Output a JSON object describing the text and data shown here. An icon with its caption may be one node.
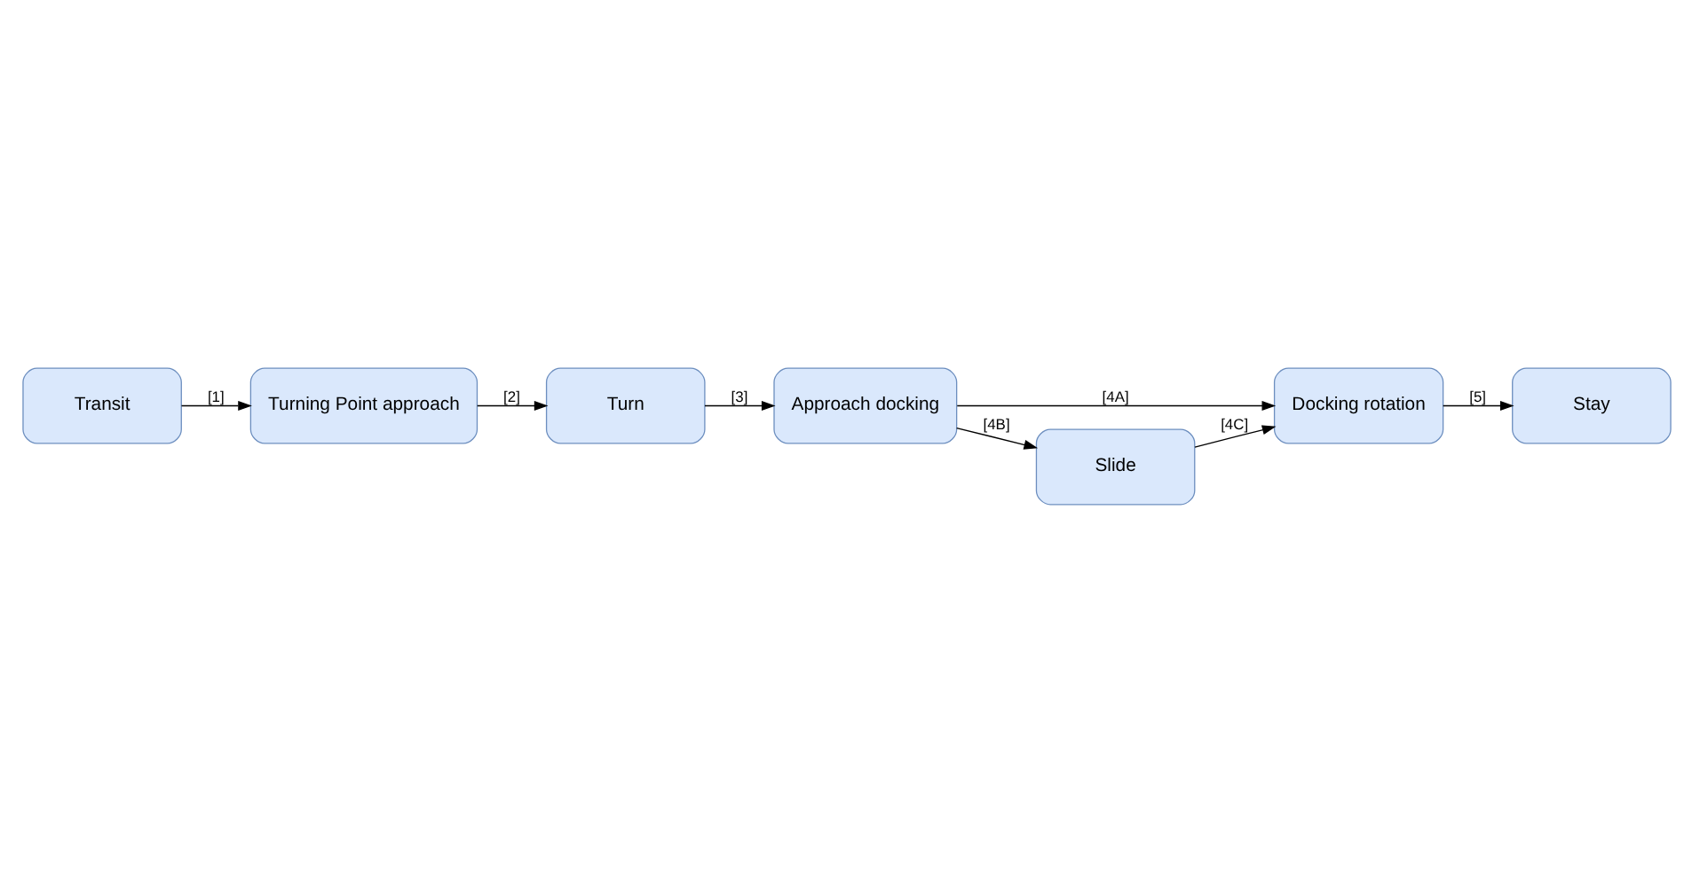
{
  "diagram": {
    "nodes": [
      {
        "text": [
          "Transit"
        ]
      },
      {
        "text": [
          "Turning Point approach"
        ]
      },
      {
        "text": [
          "Turn"
        ]
      },
      {
        "text": [
          "Approach docking"
        ]
      },
      {
        "text": [
          "Docking rotation"
        ]
      },
      {
        "text": [
          "Stay"
        ]
      },
      {
        "text": [
          "Slide"
        ]
      }
    ],
    "edges": [
      {
        "from": 0,
        "to": 1,
        "arrow": "to",
        "label": "[1]"
      },
      {
        "from": 1,
        "to": 2,
        "arrow": "to",
        "label": "[2]"
      },
      {
        "from": 2,
        "to": 3,
        "arrow": "to",
        "label": "[3]"
      },
      {
        "from": 3,
        "to": 4,
        "arrow": "to",
        "label": "[4A]"
      },
      {
        "from": 3,
        "to": 6,
        "arrow": "to",
        "label": "[4B]"
      },
      {
        "from": 6,
        "to": 4,
        "arrow": "to",
        "label": "[4C]"
      },
      {
        "from": 4,
        "to": 5,
        "arrow": "to",
        "label": "[5]"
      }
    ]
  }
}
